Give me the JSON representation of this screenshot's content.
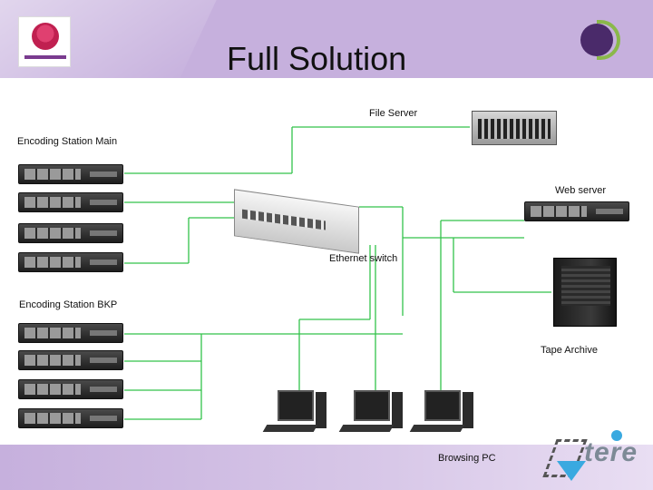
{
  "title": "Full Solution",
  "labels": {
    "file_server": "File Server",
    "encoding_main": "Encoding Station Main",
    "web_server": "Web server",
    "ethernet_switch": "Ethernet switch",
    "encoding_bkp": "Encoding Station BKP",
    "tape_archive": "Tape Archive",
    "browsing_pc": "Browsing PC"
  },
  "colors": {
    "header_bg": "#c6b0dd",
    "wire": "#33c24a",
    "tere_accent": "#39a9e0"
  },
  "icons": [
    "server-icon",
    "storage-array-icon",
    "ethernet-switch-icon",
    "tape-library-icon",
    "desktop-pc-icon"
  ]
}
